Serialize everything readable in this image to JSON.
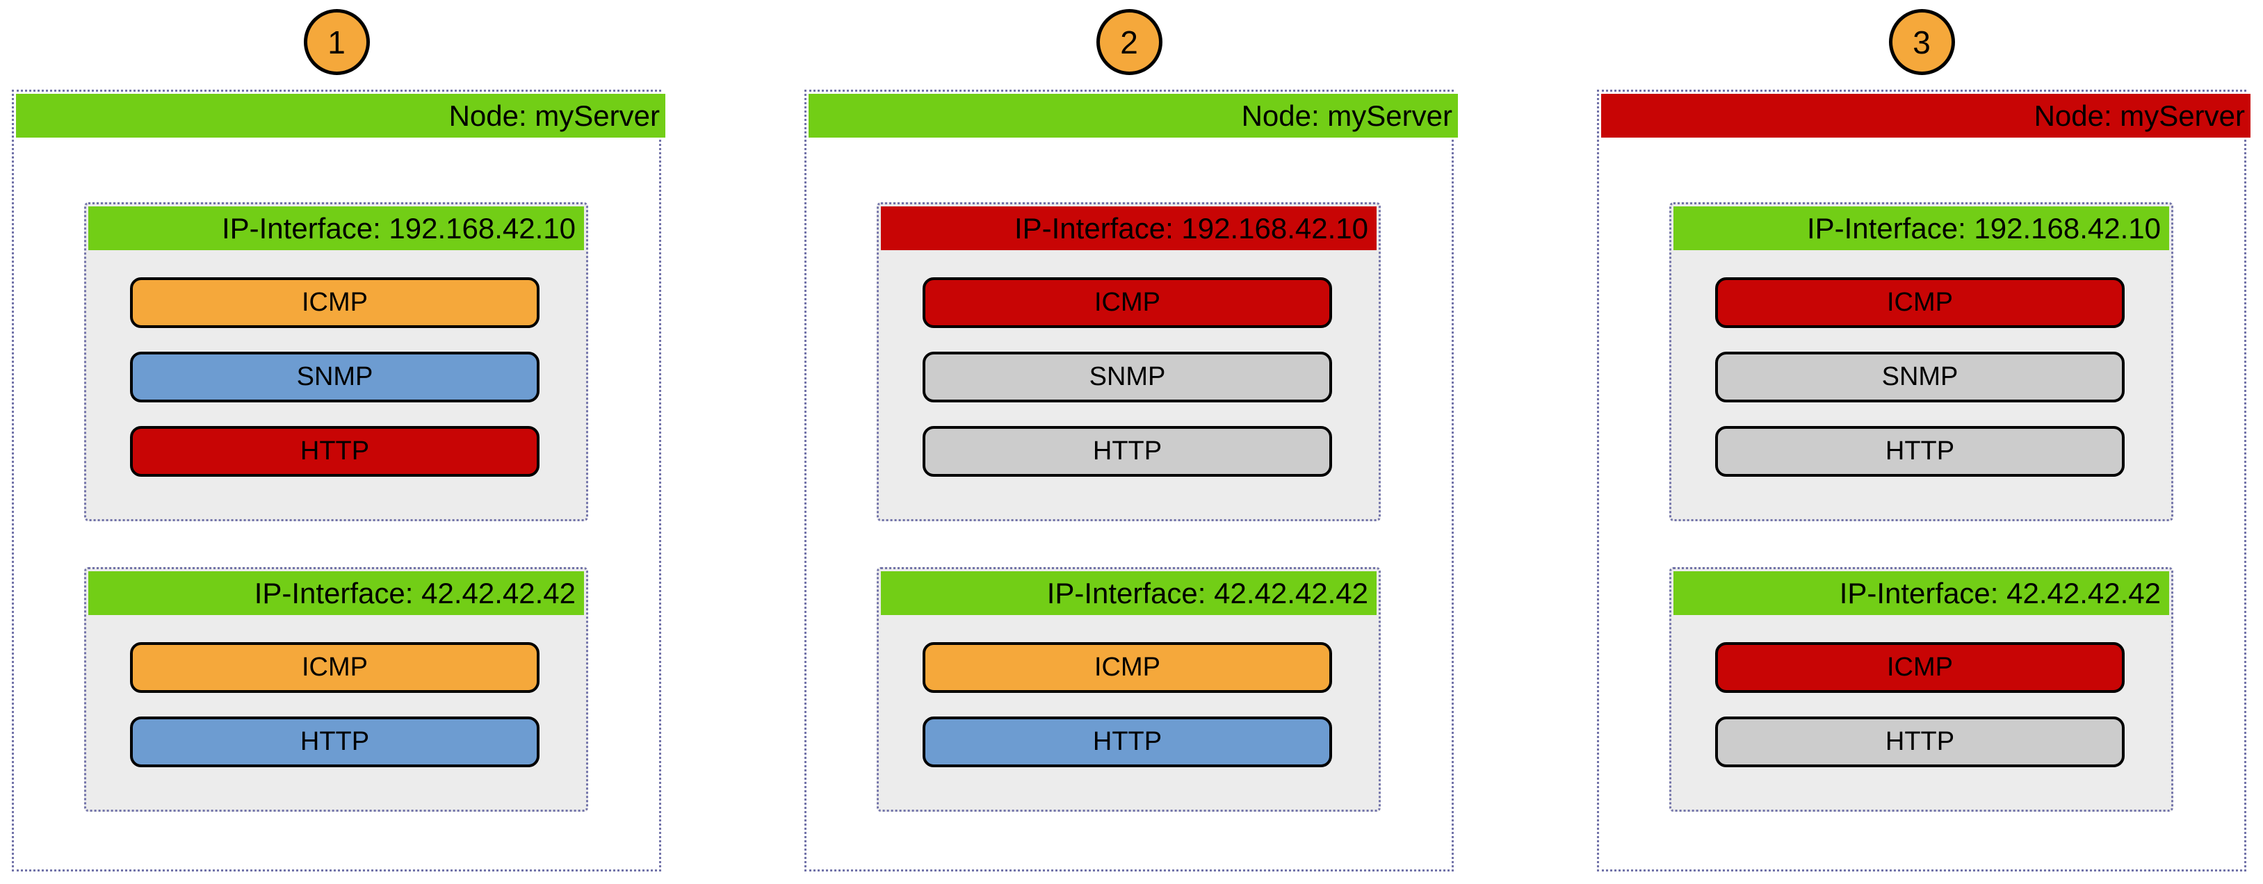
{
  "colors": {
    "green": "#72ce16",
    "red": "#c80505",
    "orange": "#f5a83b",
    "blue": "#6d9cd1",
    "gray": "#cccccc",
    "badge": "#f5a83b",
    "iface_body": "#ececec",
    "dotted_border": "#7273a9"
  },
  "diagrams": [
    {
      "number": "1",
      "node": {
        "label": "Node: myServer",
        "color": "green"
      },
      "interfaces": [
        {
          "label": "IP-Interface: 192.168.42.10",
          "color": "green",
          "services": [
            {
              "label": "ICMP",
              "color": "orange"
            },
            {
              "label": "SNMP",
              "color": "blue"
            },
            {
              "label": "HTTP",
              "color": "red"
            }
          ]
        },
        {
          "label": "IP-Interface: 42.42.42.42",
          "color": "green",
          "services": [
            {
              "label": "ICMP",
              "color": "orange"
            },
            {
              "label": "HTTP",
              "color": "blue"
            }
          ]
        }
      ]
    },
    {
      "number": "2",
      "node": {
        "label": "Node: myServer",
        "color": "green"
      },
      "interfaces": [
        {
          "label": "IP-Interface: 192.168.42.10",
          "color": "red",
          "services": [
            {
              "label": "ICMP",
              "color": "red"
            },
            {
              "label": "SNMP",
              "color": "gray"
            },
            {
              "label": "HTTP",
              "color": "gray"
            }
          ]
        },
        {
          "label": "IP-Interface: 42.42.42.42",
          "color": "green",
          "services": [
            {
              "label": "ICMP",
              "color": "orange"
            },
            {
              "label": "HTTP",
              "color": "blue"
            }
          ]
        }
      ]
    },
    {
      "number": "3",
      "node": {
        "label": "Node: myServer",
        "color": "red"
      },
      "interfaces": [
        {
          "label": "IP-Interface: 192.168.42.10",
          "color": "green",
          "services": [
            {
              "label": "ICMP",
              "color": "red"
            },
            {
              "label": "SNMP",
              "color": "gray"
            },
            {
              "label": "HTTP",
              "color": "gray"
            }
          ]
        },
        {
          "label": "IP-Interface: 42.42.42.42",
          "color": "green",
          "services": [
            {
              "label": "ICMP",
              "color": "red"
            },
            {
              "label": "HTTP",
              "color": "gray"
            }
          ]
        }
      ]
    }
  ]
}
